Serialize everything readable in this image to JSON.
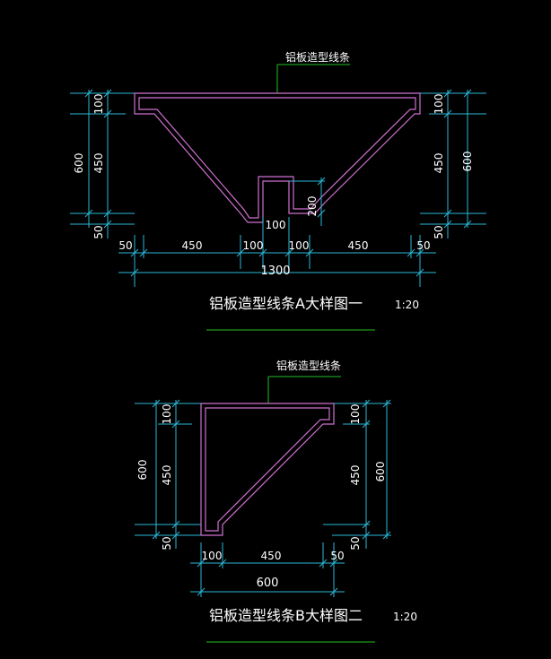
{
  "colors": {
    "background": "#000000",
    "profile": "#d070d0",
    "dimension": "#2ab8d8",
    "leader": "#22c022",
    "text": "#ffffff",
    "title_underline": "#22c022"
  },
  "drawing_a": {
    "leader_label": "铝板造型线条",
    "title": "铝板造型线条A大样图一",
    "scale": "1:20",
    "dims": {
      "left_total": "600",
      "left_top": "100",
      "left_mid": "450",
      "left_bottom": "50",
      "right_total": "600",
      "right_top": "100",
      "right_mid": "450",
      "right_bottom": "50",
      "slot_height": "200",
      "slot_gap": "100",
      "bottom_left_edge": "50",
      "bottom_left_slope": "450",
      "bottom_left_lip": "100",
      "bottom_right_lip": "100",
      "bottom_right_slope": "450",
      "bottom_right_edge": "50",
      "overall_width": "1300"
    }
  },
  "drawing_b": {
    "leader_label": "铝板造型线条",
    "title": "铝板造型线条B大样图二",
    "scale": "1:20",
    "dims": {
      "left_total": "600",
      "left_top": "100",
      "left_mid": "450",
      "left_bottom": "50",
      "right_total": "600",
      "right_top": "100",
      "right_mid": "450",
      "right_bottom": "50",
      "bottom_left": "100",
      "bottom_mid": "450",
      "bottom_right": "50",
      "overall_width": "600"
    }
  }
}
